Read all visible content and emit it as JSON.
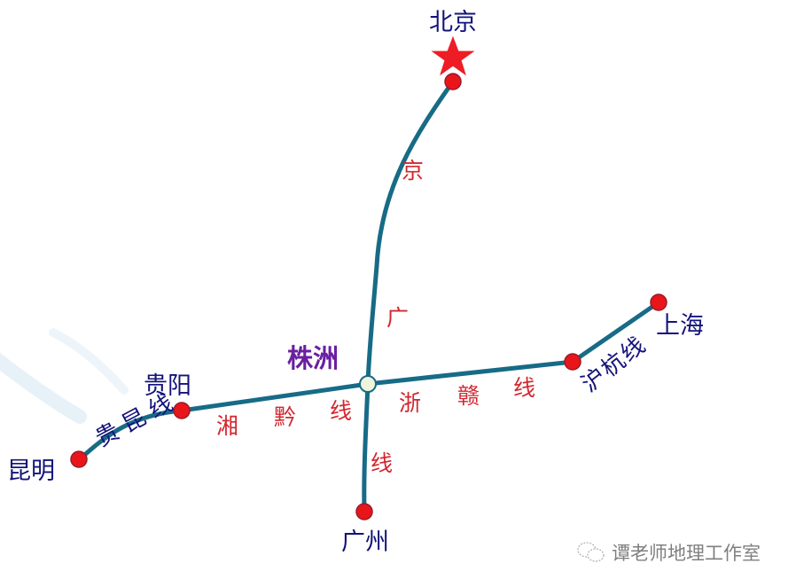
{
  "map": {
    "colors": {
      "railway": "#176b86",
      "station_fill": "#e8151b",
      "station_stroke": "#9b1a2a",
      "hub_fill": "#eef5dc",
      "capital_star": "#ee1c25",
      "city_label": "#13137a",
      "hub_label": "#6a1fa0",
      "line_label_red": "#d2272f",
      "line_label_blue": "#13137a"
    },
    "cities": {
      "beijing": "北京",
      "shanghai": "上海",
      "guangzhou": "广州",
      "kunming": "昆明",
      "guiyang": "贵阳",
      "zhuzhou": "株洲"
    },
    "lines": {
      "jingguang": [
        "京",
        "广",
        "线"
      ],
      "xiangqian": [
        "湘",
        "黔",
        "线"
      ],
      "zhegan": [
        "浙",
        "赣",
        "线"
      ],
      "guikun": "贵昆线",
      "huhang": "沪杭线"
    },
    "capital_marker": "star-icon"
  },
  "watermark": {
    "icon": "wechat-icon",
    "text": "谭老师地理工作室"
  }
}
